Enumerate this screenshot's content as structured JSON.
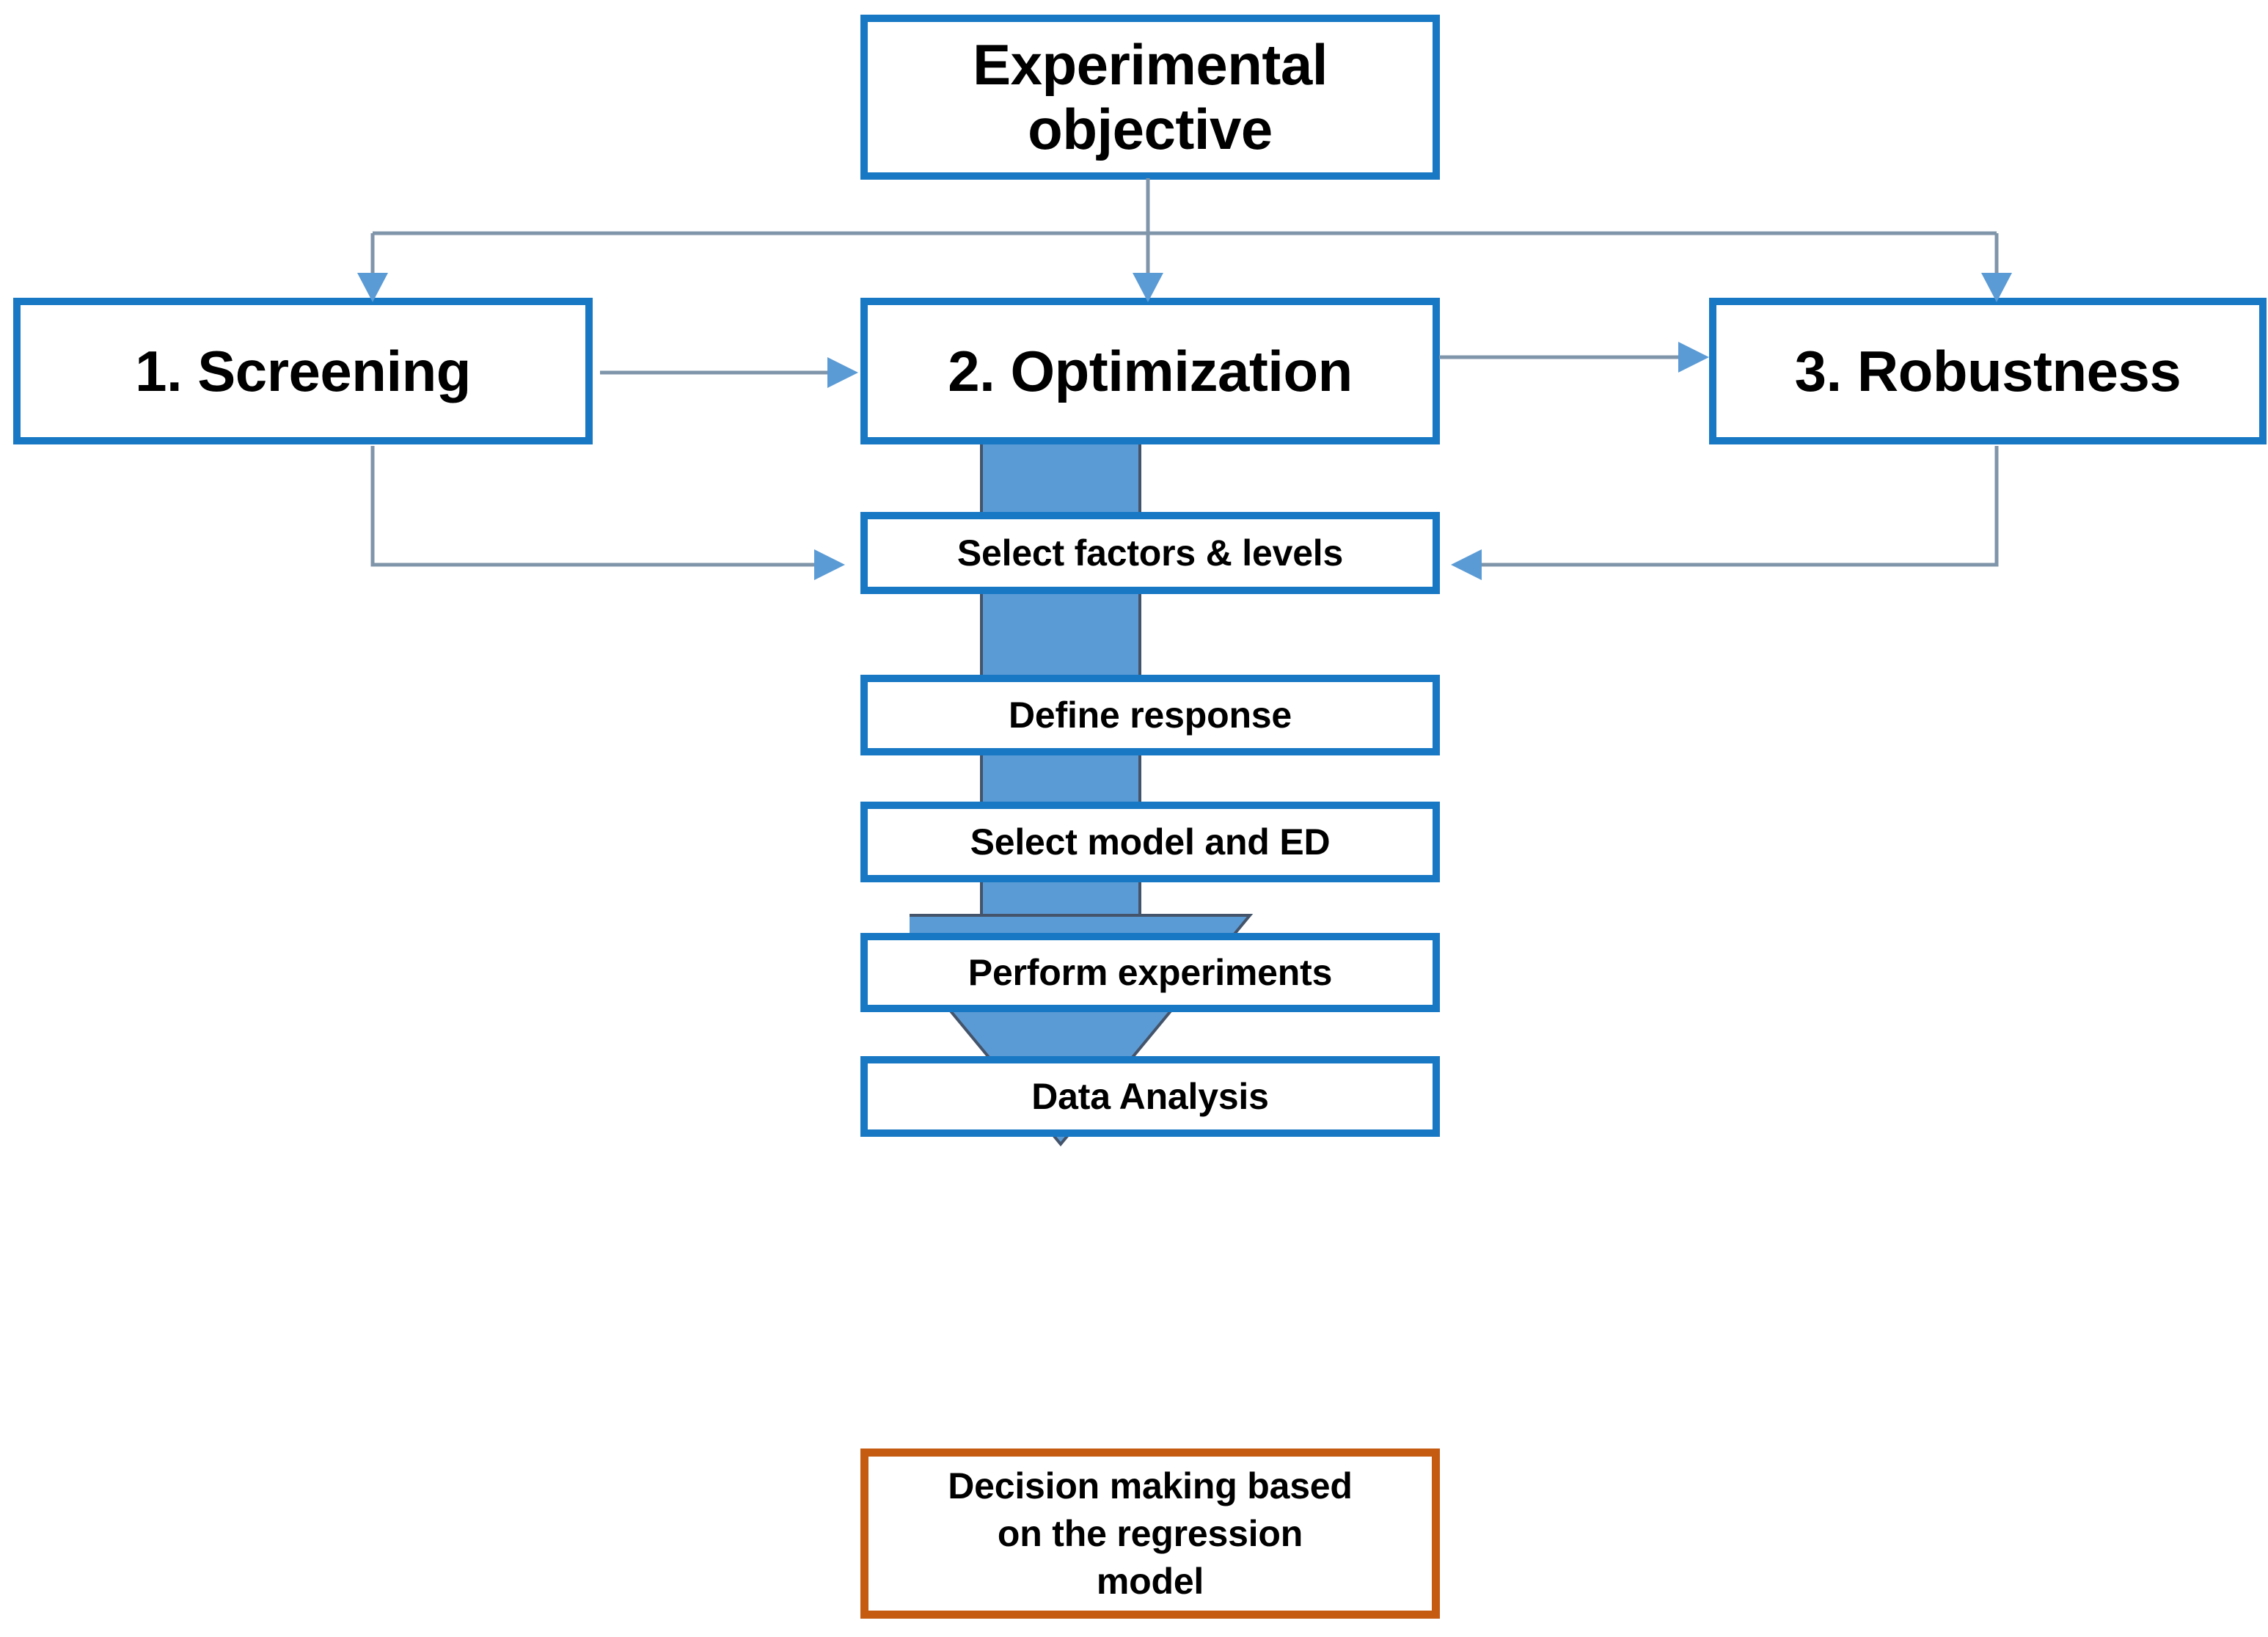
{
  "diagram": {
    "title_node": {
      "id": "experimental-objective",
      "label": "Experimental objective",
      "border_color": "#1878C4"
    },
    "tiers": [
      {
        "id": "screening",
        "label": "1. Screening",
        "border_color": "#1878C4"
      },
      {
        "id": "optimization",
        "label": "2. Optimization",
        "border_color": "#1878C4"
      },
      {
        "id": "robustness",
        "label": "3. Robustness",
        "border_color": "#1878C4"
      }
    ],
    "steps": [
      {
        "id": "select-factors-levels",
        "label": "Select factors & levels"
      },
      {
        "id": "define-response",
        "label": "Define response"
      },
      {
        "id": "select-model-ed",
        "label": "Select model and ED"
      },
      {
        "id": "perform-experiments",
        "label": "Perform experiments"
      },
      {
        "id": "data-analysis",
        "label": "Data Analysis"
      }
    ],
    "outcome": {
      "id": "decision-making",
      "line1": "Decision making based",
      "line2": "on the regression",
      "line3": "model",
      "border_color": "#C55A11"
    },
    "block_arrow": {
      "name": "downward-block-arrow",
      "fill": "#5B9BD5",
      "stroke": "#44546A"
    },
    "connectors": {
      "line_color": "#7F95AA",
      "head_color": "#5B9BD5",
      "edges": [
        {
          "from": "experimental-objective",
          "to": "screening"
        },
        {
          "from": "experimental-objective",
          "to": "optimization"
        },
        {
          "from": "experimental-objective",
          "to": "robustness"
        },
        {
          "from": "screening",
          "to": "optimization"
        },
        {
          "from": "optimization",
          "to": "robustness"
        },
        {
          "from": "screening",
          "to": "select-factors-levels"
        },
        {
          "from": "robustness",
          "to": "select-factors-levels"
        }
      ]
    }
  }
}
